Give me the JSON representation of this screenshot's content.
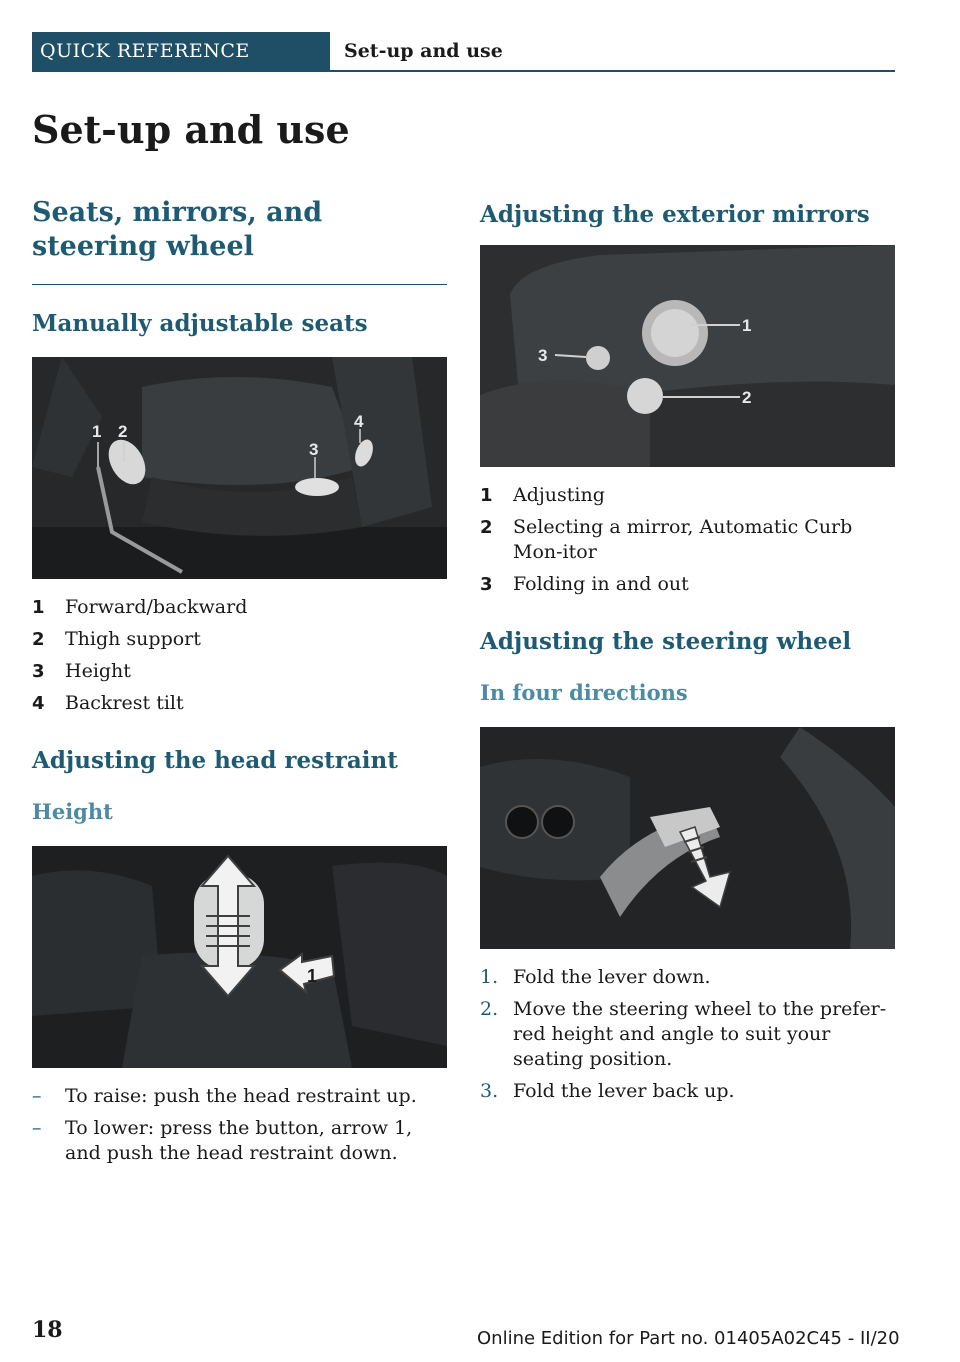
{
  "header": {
    "section": "QUICK REFERENCE",
    "title": "Set-up and use"
  },
  "page_title": "Set-up and use",
  "left": {
    "section_title": "Seats, mirrors, and steering wheel",
    "seats": {
      "heading": "Manually adjustable seats",
      "callouts": [
        "1",
        "2",
        "3",
        "4"
      ],
      "items": [
        {
          "num": "1",
          "text": "Forward/backward"
        },
        {
          "num": "2",
          "text": "Thigh support"
        },
        {
          "num": "3",
          "text": "Height"
        },
        {
          "num": "4",
          "text": "Backrest tilt"
        }
      ]
    },
    "head_restraint": {
      "heading": "Adjusting the head restraint",
      "subheading": "Height",
      "callout": "1",
      "items": [
        {
          "mark": "–",
          "text": "To raise: push the head restraint up."
        },
        {
          "mark": "–",
          "text": "To lower: press the button, arrow 1, and push the head restraint down."
        }
      ]
    }
  },
  "right": {
    "mirrors": {
      "heading": "Adjusting the exterior mirrors",
      "callouts": [
        "1",
        "2",
        "3"
      ],
      "items": [
        {
          "num": "1",
          "text": "Adjusting"
        },
        {
          "num": "2",
          "text": "Selecting a mirror, Automatic Curb Mon-itor"
        },
        {
          "num": "3",
          "text": "Folding in and out"
        }
      ]
    },
    "steering": {
      "heading": "Adjusting the steering wheel",
      "subheading": "In four directions",
      "steps": [
        {
          "num": "1.",
          "text": "Fold the lever down."
        },
        {
          "num": "2.",
          "text": "Move the steering wheel to the prefer-red height and angle to suit your seating position."
        },
        {
          "num": "3.",
          "text": "Fold the lever back up."
        }
      ]
    }
  },
  "footer": {
    "page_number": "18",
    "edition": "Online Edition for Part no. 01405A02C45 - II/20"
  }
}
